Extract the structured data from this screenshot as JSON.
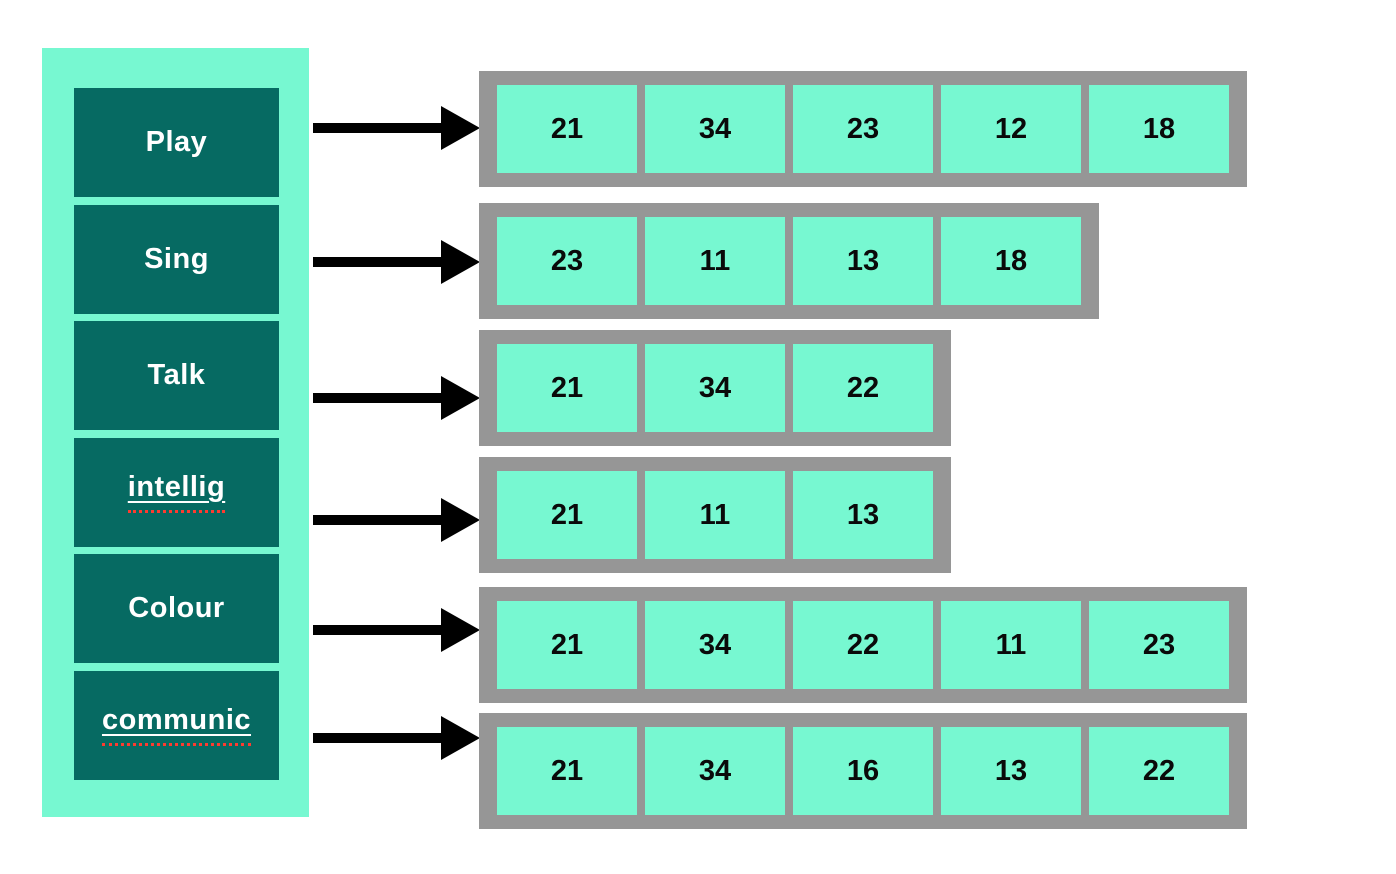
{
  "diagram": {
    "keys": [
      {
        "label": "Play",
        "misspelled": false,
        "values": [
          "21",
          "34",
          "23",
          "12",
          "18"
        ]
      },
      {
        "label": "Sing",
        "misspelled": false,
        "values": [
          "23",
          "11",
          "13",
          "18"
        ]
      },
      {
        "label": "Talk",
        "misspelled": false,
        "values": [
          "21",
          "34",
          "22"
        ]
      },
      {
        "label": "intellig",
        "misspelled": true,
        "values": [
          "21",
          "11",
          "13"
        ]
      },
      {
        "label": "Colour",
        "misspelled": false,
        "values": [
          "21",
          "34",
          "22",
          "11",
          "23"
        ]
      },
      {
        "label": "communic",
        "misspelled": true,
        "values": [
          "21",
          "34",
          "16",
          "13",
          "22"
        ]
      }
    ],
    "colors": {
      "panel_mint": "#77F8D1",
      "key_teal": "#066A62",
      "tray_grey": "#969696",
      "cell_mint": "#77F8D1",
      "arrow_black": "#000000",
      "spellcheck_red": "#FF3B30",
      "key_text": "#FFFFFF",
      "value_text": "#0A0A0A"
    }
  }
}
